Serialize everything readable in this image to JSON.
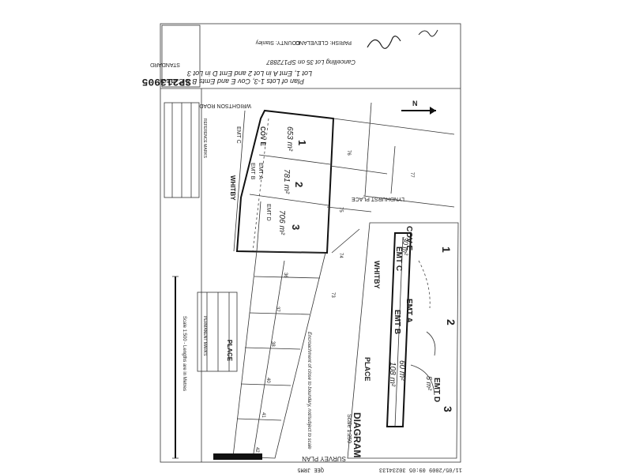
{
  "plan_number": "SP213905",
  "standard_label": "STANDARD",
  "scale_main": "1:500",
  "title_lines": [
    "Plan of Lots 1-3, Cov E and Emts B & C in",
    "Lot 1, Emt A in Lot 2 and Emt D in Lot 3",
    "Cancelling Lot 35 on SP172887"
  ],
  "parish": "PARISH: CLEVELAND",
  "county": "COUNTY: Stanley",
  "road_wrightson": "WRIGHTSON ROAD",
  "lot_labels": [
    "1",
    "2",
    "3"
  ],
  "areas": [
    "653 m²",
    "781 m²",
    "706 m²"
  ],
  "easements_main": [
    "COV E",
    "EMT C",
    "EMT B",
    "EMT A",
    "EMT D"
  ],
  "whitby_label": "WHITBY",
  "place_label": "PLACE",
  "lyndhurst_label": "LYNDHURST PLACE",
  "neighbour_lots": [
    "76",
    "77",
    "75",
    "74",
    "73",
    "36",
    "37",
    "38",
    "40",
    "41",
    "42"
  ],
  "encroach_note": "Encroachment of close to boundary, not/subject to scale",
  "diagram_title": "DIAGRAM",
  "diagram_scale": "Scale 1:250",
  "diagram_labels": {
    "cov_e": "COV E",
    "emt_c": "EMT C",
    "emt_c_area": "30 m²",
    "emt_b": "EMT B",
    "emt_a": "EMT A",
    "emt_d": "EMT D",
    "emt_d_area": "5 m²",
    "area_108": "108 m²",
    "area_60": "60 m²",
    "lot1": "1",
    "lot2": "2",
    "lot3": "3",
    "whitby": "WHITBY",
    "place": "PLACE"
  },
  "survey_plan_label": "SURVEY PLAN",
  "scale_note": "Scale 1:500 - Lengths are in Metres",
  "permanent_marks_title": "PERMANENT MARKS",
  "reference_marks_title": "REFERENCE MARKS",
  "footer_stamp": "11/05/2009 09:05  30234133",
  "footer_right": "QEE JRM5"
}
